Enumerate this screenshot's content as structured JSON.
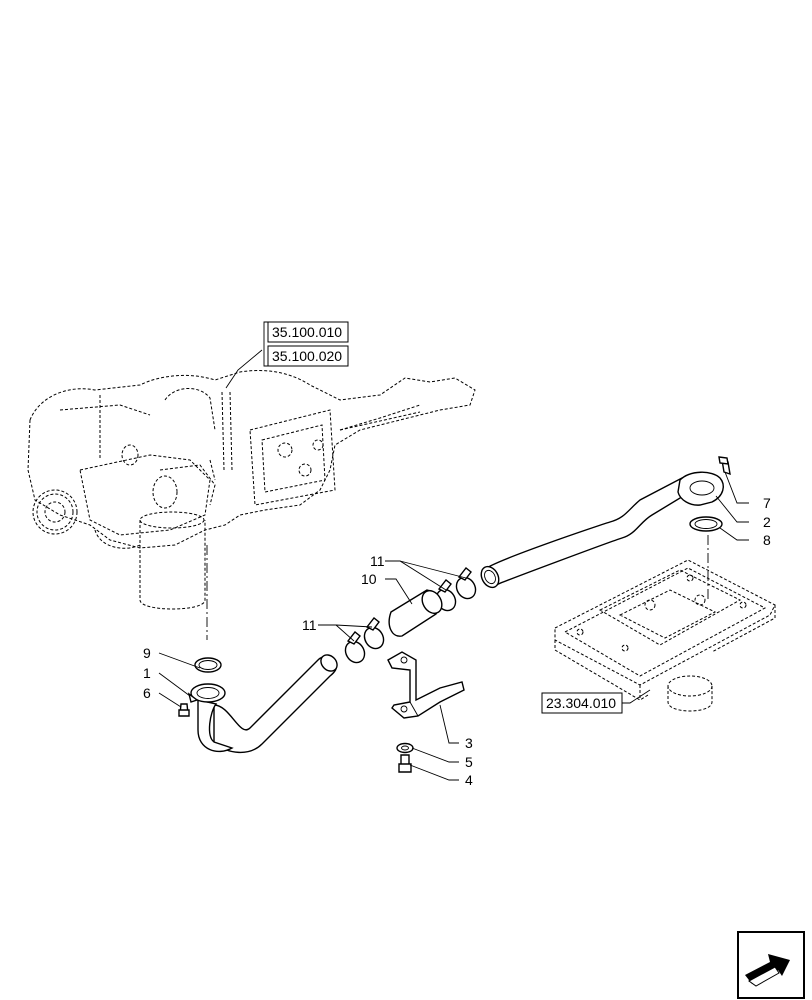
{
  "references": {
    "engine_ref_1": "35.100.010",
    "engine_ref_2": "35.100.020",
    "housing_ref": "23.304.010"
  },
  "callouts": {
    "c1": "1",
    "c2": "2",
    "c3": "3",
    "c4": "4",
    "c5": "5",
    "c6": "6",
    "c7": "7",
    "c8": "8",
    "c9": "9",
    "c10": "10",
    "c11a": "11",
    "c11b": "11"
  },
  "icons": {
    "navigation": "next-page-arrow-icon"
  }
}
